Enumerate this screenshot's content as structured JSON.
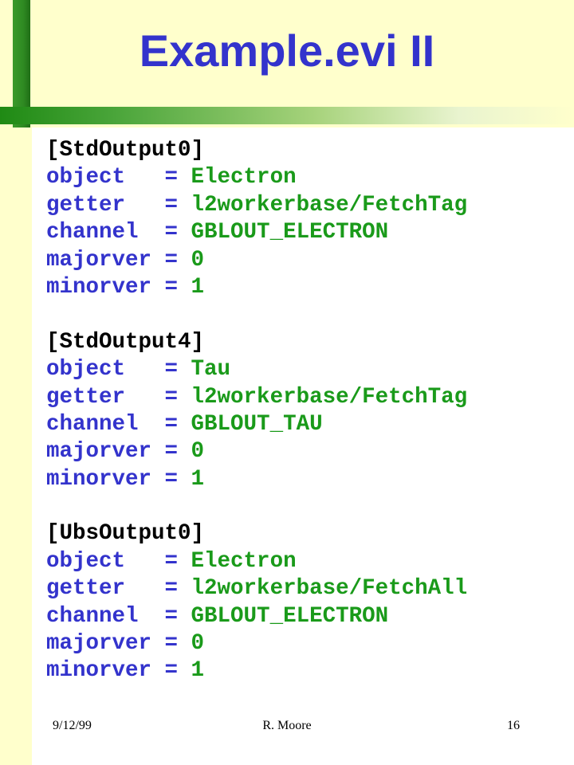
{
  "slide": {
    "title": "Example.evi II",
    "sections": [
      {
        "header": "[StdOutput0]",
        "fields": [
          {
            "key": "object   ",
            "value": "Electron"
          },
          {
            "key": "getter   ",
            "value": "l2workerbase/FetchTag"
          },
          {
            "key": "channel  ",
            "value": "GBLOUT_ELECTRON"
          },
          {
            "key": "majorver ",
            "value": "0"
          },
          {
            "key": "minorver ",
            "value": "1"
          }
        ]
      },
      {
        "header": "[StdOutput4]",
        "fields": [
          {
            "key": "object   ",
            "value": "Tau"
          },
          {
            "key": "getter   ",
            "value": "l2workerbase/FetchTag"
          },
          {
            "key": "channel  ",
            "value": "GBLOUT_TAU"
          },
          {
            "key": "majorver ",
            "value": "0"
          },
          {
            "key": "minorver ",
            "value": "1"
          }
        ]
      },
      {
        "header": "[UbsOutput0]",
        "fields": [
          {
            "key": "object   ",
            "value": "Electron"
          },
          {
            "key": "getter   ",
            "value": "l2workerbase/FetchAll"
          },
          {
            "key": "channel  ",
            "value": "GBLOUT_ELECTRON"
          },
          {
            "key": "majorver ",
            "value": "0"
          },
          {
            "key": "minorver ",
            "value": "1"
          }
        ]
      }
    ],
    "equals": "= ",
    "footer": {
      "date": "9/12/99",
      "author": "R. Moore",
      "page": "16"
    }
  }
}
